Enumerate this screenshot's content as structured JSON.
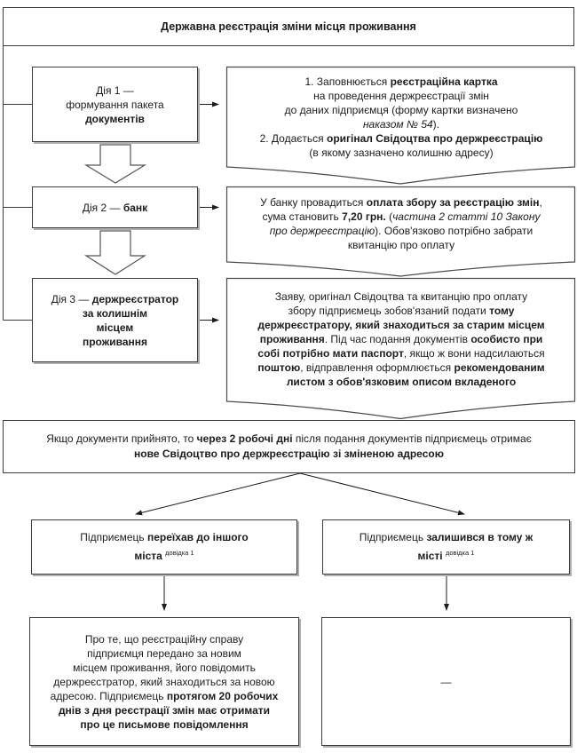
{
  "colors": {
    "background": "#ffffff",
    "line": "#3c3c3c",
    "box_shadow": "#b0b0b0",
    "text": "#1c1c1c"
  },
  "title": "Державна реєстрація зміни місця проживання",
  "steps": [
    {
      "name": "step-1",
      "label": [
        [
          {
            "t": "Дія 1 —",
            "s": "n"
          }
        ],
        [
          {
            "t": "формування пакета",
            "s": "n"
          }
        ],
        [
          {
            "t": "документів",
            "s": "b"
          }
        ]
      ],
      "detail": [
        [
          {
            "t": "1. Заповнюється ",
            "s": "n"
          },
          {
            "t": "реєстраційна картка",
            "s": "b"
          }
        ],
        [
          {
            "t": "на проведення держреєстрації змін",
            "s": "n"
          }
        ],
        [
          {
            "t": "до даних підприємця (форму картки визначено",
            "s": "n"
          }
        ],
        [
          {
            "t": "наказом № 54",
            "s": "i"
          },
          {
            "t": ").",
            "s": "n"
          }
        ],
        [
          {
            "t": "2. Додається ",
            "s": "n"
          },
          {
            "t": "оригінал Свідоцтва про держреєстрацію",
            "s": "b"
          }
        ],
        [
          {
            "t": "(в якому зазначено колишню адресу)",
            "s": "n"
          }
        ]
      ]
    },
    {
      "name": "step-2",
      "label": [
        [
          {
            "t": "Дія 2 — ",
            "s": "n"
          },
          {
            "t": "банк",
            "s": "b"
          }
        ]
      ],
      "detail": [
        [
          {
            "t": "У банку провадиться ",
            "s": "n"
          },
          {
            "t": "оплата збору за реєстрацію змін",
            "s": "b"
          },
          {
            "t": ",",
            "s": "n"
          }
        ],
        [
          {
            "t": "сума становить ",
            "s": "n"
          },
          {
            "t": "7,20 грн.",
            "s": "b"
          },
          {
            "t": " (",
            "s": "n"
          },
          {
            "t": "частина 2 статті 10 Закону",
            "s": "i"
          }
        ],
        [
          {
            "t": "про держреєстрацію",
            "s": "i"
          },
          {
            "t": "). Обов'язково потрібно забрати",
            "s": "n"
          }
        ],
        [
          {
            "t": "квитанцію про оплату",
            "s": "n"
          }
        ]
      ]
    },
    {
      "name": "step-3",
      "label": [
        [
          {
            "t": "Дія 3 — ",
            "s": "n"
          },
          {
            "t": "держреєстратор",
            "s": "b"
          }
        ],
        [
          {
            "t": "за колишнім",
            "s": "b"
          }
        ],
        [
          {
            "t": "місцем",
            "s": "b"
          }
        ],
        [
          {
            "t": "проживання",
            "s": "b"
          }
        ]
      ],
      "detail": [
        [
          {
            "t": "Заяву, оригінал Свідоцтва та квитанцію про оплату",
            "s": "n"
          }
        ],
        [
          {
            "t": "збору підприємець зобов'язаний подати ",
            "s": "n"
          },
          {
            "t": "тому",
            "s": "b"
          }
        ],
        [
          {
            "t": "держреєстратору, який знаходиться за старим місцем",
            "s": "b"
          }
        ],
        [
          {
            "t": "проживання",
            "s": "b"
          },
          {
            "t": ". Під час подання документів ",
            "s": "n"
          },
          {
            "t": "особисто при",
            "s": "b"
          }
        ],
        [
          {
            "t": "собі потрібно мати паспорт",
            "s": "b"
          },
          {
            "t": ", якщо ж вони надсилаються",
            "s": "n"
          }
        ],
        [
          {
            "t": "поштою",
            "s": "b"
          },
          {
            "t": ", відправлення оформлюється ",
            "s": "n"
          },
          {
            "t": "рекомендованим",
            "s": "b"
          }
        ],
        [
          {
            "t": "листом з обов'язковим описом вкладеного",
            "s": "b"
          }
        ]
      ]
    }
  ],
  "result": [
    [
      {
        "t": "Якщо документи прийнято, то ",
        "s": "n"
      },
      {
        "t": "через 2 робочі дні",
        "s": "b"
      },
      {
        "t": " після подання документів підприємець отримає",
        "s": "n"
      }
    ],
    [
      {
        "t": "нове Свідоцтво про держреєстрацію зі зміненою адресою",
        "s": "b"
      }
    ]
  ],
  "branches": [
    {
      "name": "moved-to-other-city",
      "label": [
        [
          {
            "t": "Підприємець ",
            "s": "n"
          },
          {
            "t": "переїхав до іншого",
            "s": "b"
          }
        ],
        [
          {
            "t": "міста",
            "s": "b"
          },
          {
            "t": " ",
            "s": "n"
          },
          {
            "t": "довідка 1",
            "s": "sup"
          }
        ]
      ],
      "outcome": [
        [
          {
            "t": "Про те, що реєстраційну справу",
            "s": "n"
          }
        ],
        [
          {
            "t": "підприємця передано за новим",
            "s": "n"
          }
        ],
        [
          {
            "t": "місцем проживання, його повідомить",
            "s": "n"
          }
        ],
        [
          {
            "t": "держреєстратор, який знаходиться за новою",
            "s": "n"
          }
        ],
        [
          {
            "t": "адресою. Підприємець ",
            "s": "n"
          },
          {
            "t": "протягом 20 робочих",
            "s": "b"
          }
        ],
        [
          {
            "t": "днів з дня реєстрації змін має отримати",
            "s": "b"
          }
        ],
        [
          {
            "t": "про це письмове повідомлення",
            "s": "b"
          }
        ]
      ]
    },
    {
      "name": "stayed-in-same-city",
      "label": [
        [
          {
            "t": "Підприємець ",
            "s": "n"
          },
          {
            "t": "залишився в тому ж",
            "s": "b"
          }
        ],
        [
          {
            "t": "місті",
            "s": "b"
          },
          {
            "t": " ",
            "s": "n"
          },
          {
            "t": "довідка 1",
            "s": "sup"
          }
        ]
      ],
      "outcome": [
        [
          {
            "t": "—",
            "s": "n"
          }
        ]
      ]
    }
  ]
}
